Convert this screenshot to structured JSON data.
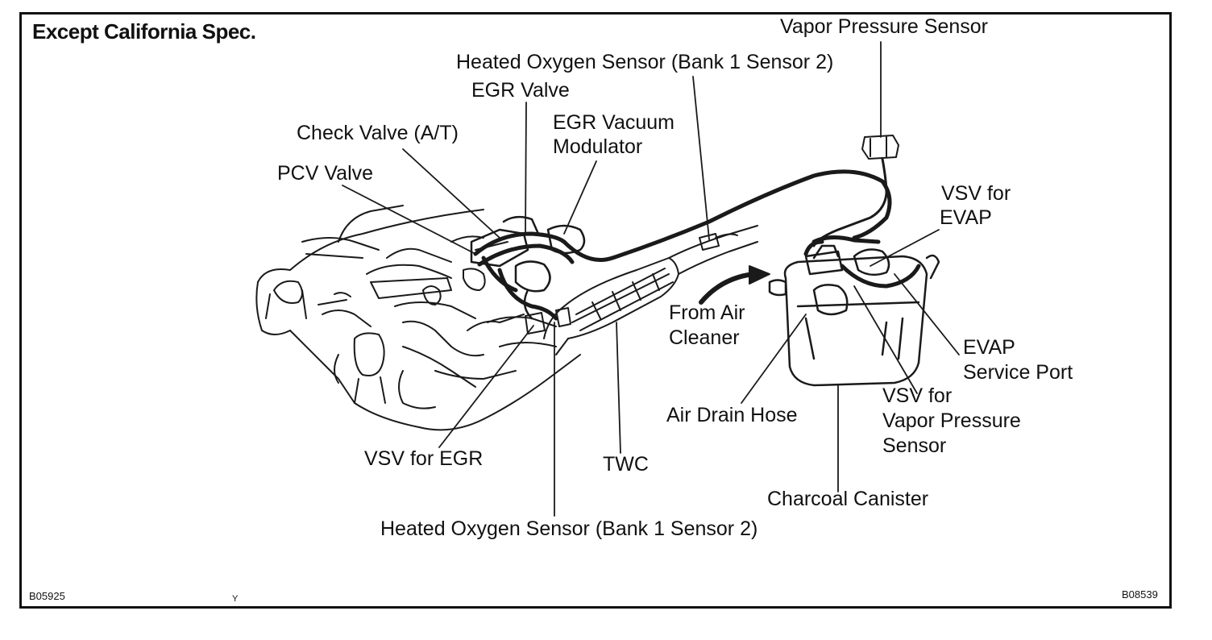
{
  "title": "Except California Spec.",
  "labels": {
    "vapor_pressure_sensor": "Vapor Pressure Sensor",
    "ho2s_top": "Heated Oxygen Sensor (Bank 1 Sensor 2)",
    "egr_valve": "EGR Valve",
    "egr_vacuum_modulator_1": "EGR Vacuum",
    "egr_vacuum_modulator_2": "Modulator",
    "check_valve": "Check Valve (A/T)",
    "pcv_valve": "PCV Valve",
    "vsv_evap_1": "VSV for",
    "vsv_evap_2": "EVAP",
    "from_air_cleaner_1": "From Air",
    "from_air_cleaner_2": "Cleaner",
    "evap_service_port_1": "EVAP",
    "evap_service_port_2": "Service Port",
    "vsv_vps_1": "VSV for",
    "vsv_vps_2": "Vapor Pressure",
    "vsv_vps_3": "Sensor",
    "air_drain_hose": "Air Drain Hose",
    "vsv_egr": "VSV for EGR",
    "twc": "TWC",
    "charcoal_canister": "Charcoal Canister",
    "ho2s_bottom": "Heated Oxygen Sensor (Bank 1 Sensor 2)"
  },
  "codes": {
    "left": "B05925",
    "middle": "Y",
    "right": "B08539"
  }
}
